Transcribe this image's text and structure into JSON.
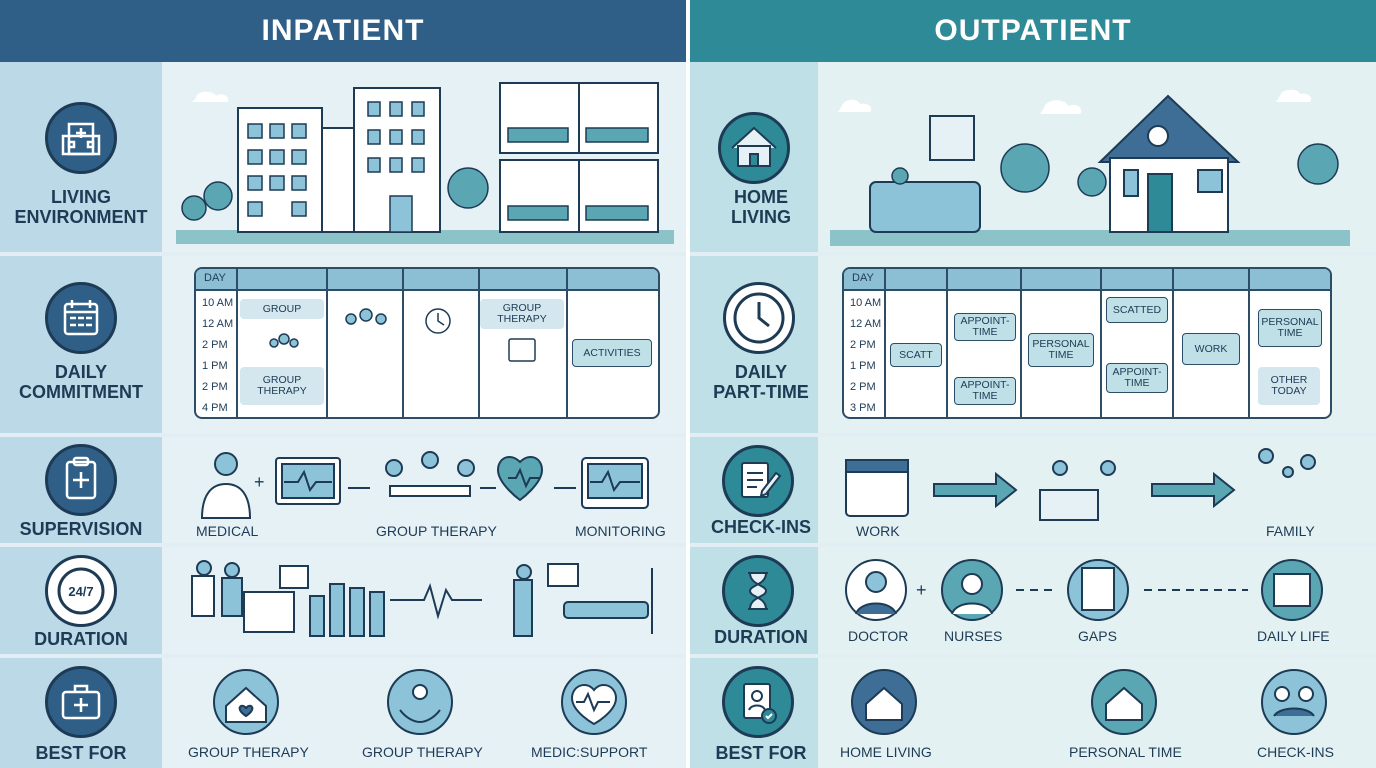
{
  "headers": {
    "inpatient": "INPATIENT",
    "outpatient": "OUTPATIENT"
  },
  "inpatient": {
    "rows": [
      {
        "label": "LIVING\nENVIRONMENT",
        "icon": "hospital-icon"
      },
      {
        "label": "DAILY\nCOMMITMENT",
        "icon": "calendar-icon"
      },
      {
        "label": "SUPERVISION",
        "icon": "clipboard-plus-icon"
      },
      {
        "label": "DURATION",
        "icon": "clock-24-7-icon"
      },
      {
        "label": "BEST FOR",
        "icon": "first-aid-kit-icon"
      }
    ],
    "schedule": {
      "day": "DAY",
      "times": [
        "10 AM",
        "12 AM",
        "2 PM",
        "1 PM",
        "2 PM",
        "4 PM"
      ],
      "chips": [
        "GROUP",
        "GROUP THERAPY",
        "GROUP THERAPY",
        "ACTIVITIES"
      ]
    },
    "supervision": {
      "captions": [
        "MEDICAL",
        "GROUP THERAPY",
        "MONITORING"
      ]
    },
    "best_for": [
      "GROUP THERAPY",
      "GROUP THERAPY",
      "MEDIC⁠:SUPPORT"
    ],
    "clock_text": "24/7"
  },
  "outpatient": {
    "rows": [
      {
        "label": "HOME\nLIVING",
        "icon": "house-icon"
      },
      {
        "label": "DAILY\nPART-TIME",
        "icon": "clock-icon"
      },
      {
        "label": "CHECK-INS",
        "icon": "notepad-pen-icon"
      },
      {
        "label": "DURATION",
        "icon": "hourglass-icon"
      },
      {
        "label": "BEST FOR",
        "icon": "id-badge-icon"
      }
    ],
    "schedule": {
      "day": "DAY",
      "times": [
        "10 AM",
        "12 AM",
        "2 PM",
        "1 PM",
        "2 PM",
        "3 PM"
      ],
      "chips": [
        "SCATT",
        "APPOINT-\nTIME",
        "APPOINT-\nTIME",
        "PERSONAL\nTIME",
        "SCATTED",
        "APPOINT-\nTIME",
        "WORK",
        "PERSONAL\nTIME",
        "OTHER\nTODAY"
      ]
    },
    "checkins": {
      "captions": [
        "WORK",
        "FAMILY"
      ]
    },
    "duration": {
      "captions": [
        "DOCTOR",
        "NURSES",
        "GAPS",
        "DAILY LIFE"
      ]
    },
    "best_for": [
      "HOME LIVING",
      "PERSONAL TIME",
      "CHECK-INS"
    ]
  },
  "colors": {
    "inpatient_header": "#2f5f86",
    "outpatient_header": "#2f8a97",
    "line": "#2d4d66",
    "teal": "#5aa6b3",
    "light": "#bcd9e8"
  }
}
